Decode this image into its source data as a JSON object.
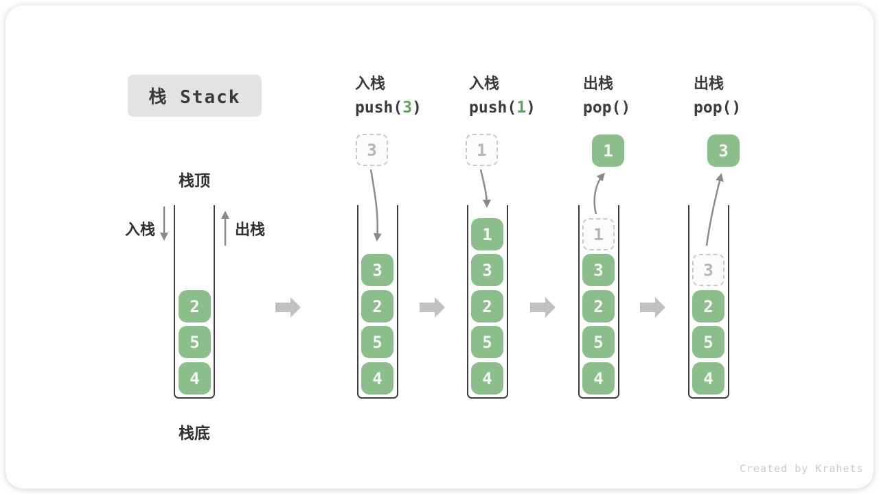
{
  "title": "栈 Stack",
  "labels": {
    "stack_top": "栈顶",
    "stack_bottom": "栈底",
    "push_side": "入栈",
    "pop_side": "出栈"
  },
  "headers": [
    {
      "zh": "入栈",
      "code_pre": "push(",
      "code_arg": "3",
      "code_post": ")"
    },
    {
      "zh": "入栈",
      "code_pre": "push(",
      "code_arg": "1",
      "code_post": ")"
    },
    {
      "zh": "出栈",
      "code_pre": "pop(",
      "code_arg": "",
      "code_post": ")"
    },
    {
      "zh": "出栈",
      "code_pre": "pop(",
      "code_arg": "",
      "code_post": ")"
    }
  ],
  "stacks": [
    {
      "cells": [
        "2",
        "5",
        "4"
      ]
    },
    {
      "floating": "3",
      "cells": [
        "3",
        "2",
        "5",
        "4"
      ]
    },
    {
      "floating": "1",
      "cells": [
        "1",
        "3",
        "2",
        "5",
        "4"
      ]
    },
    {
      "floating": "1",
      "ghost": "1",
      "cells": [
        "3",
        "2",
        "5",
        "4"
      ]
    },
    {
      "floating": "3",
      "ghost": "3",
      "cells": [
        "2",
        "5",
        "4"
      ]
    }
  ],
  "watermark": "Created by Krahets",
  "colors": {
    "green": "#8CBE8C",
    "green_dark": "#5FA15F",
    "cell_text": "#F6F6F6",
    "wall": "#3D3D3D",
    "ghost_border": "#C8C8C8",
    "ghost_text": "#B4B4B4",
    "arrow": "#8A8A8A",
    "big_arrow": "#C1C1C1",
    "title_bg": "#E3E3E3",
    "text": "#3A3A3A",
    "watermark": "#C9C9C9"
  }
}
